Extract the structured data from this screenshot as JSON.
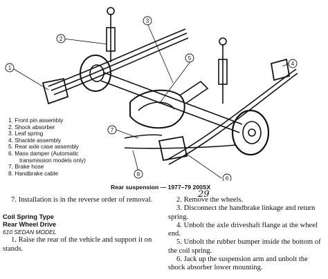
{
  "figure": {
    "callout_numbers": [
      "1",
      "2",
      "3",
      "4",
      "5",
      "6",
      "7",
      "8"
    ],
    "legend": [
      {
        "n": "1.",
        "text": "Front pin assembly"
      },
      {
        "n": "2.",
        "text": "Shock absorber"
      },
      {
        "n": "3.",
        "text": "Leaf spring"
      },
      {
        "n": "4.",
        "text": "Shackle assembly"
      },
      {
        "n": "5.",
        "text": "Rear axle case assembly"
      },
      {
        "n": "6.",
        "text": "Mass damper (Automatic"
      },
      {
        "n": "",
        "text": "transmission models only)"
      },
      {
        "n": "7.",
        "text": "Brake hose"
      },
      {
        "n": "8.",
        "text": "Handbrake cable"
      }
    ],
    "caption": "Rear suspension — 1977–79 200SX",
    "handwritten_note": "29"
  },
  "text": {
    "left": {
      "step7": "7. Installation is in the reverse order of removal.",
      "heading_line1": "Coil Spring Type",
      "heading_line2": "Rear Wheel Drive",
      "model": "610 SEDAN MODEL",
      "step1": "1. Raise the rear of the vehicle and support it on stands."
    },
    "right": {
      "step2": "2. Remove the wheels.",
      "step3": "3. Disconnect the handbrake linkage and return spring.",
      "step4": "4. Unbolt the axle driveshaft flange at the wheel end.",
      "step5": "5. Unbolt the rubber bumper inside the bottom of the coil spring.",
      "step6": "6. Jack up the suspension arm and unbolt the shock absorber lower mounting."
    }
  }
}
